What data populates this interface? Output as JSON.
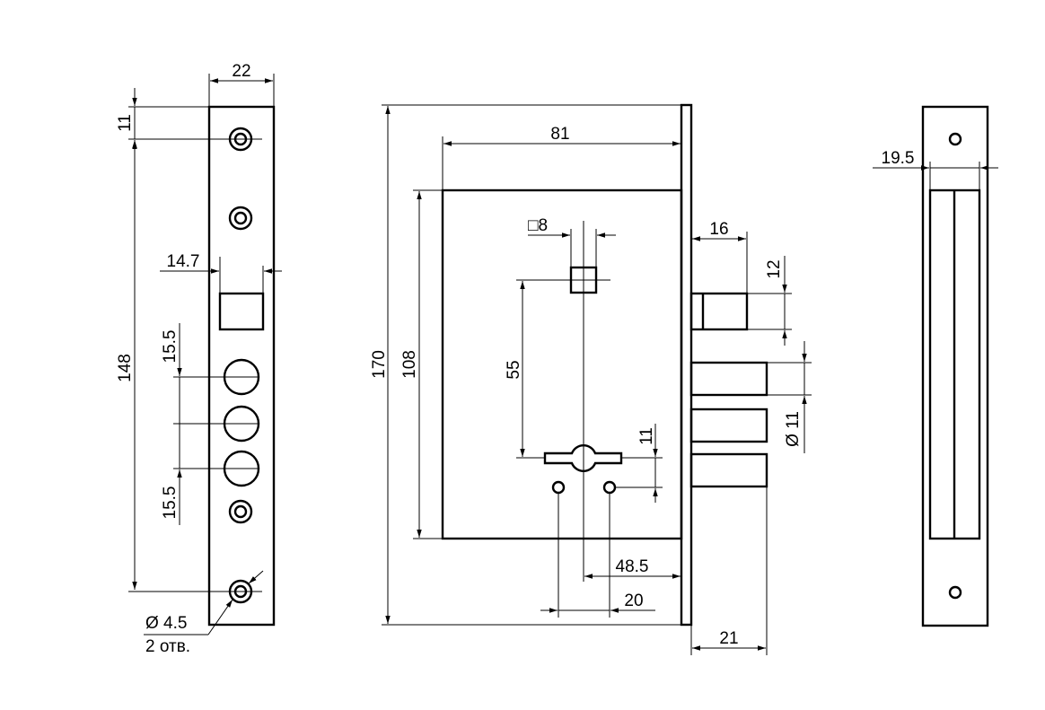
{
  "strike_plate": {
    "dim_width": "22",
    "dim_top_hole": "11",
    "dim_hole_span": "148",
    "dim_latch_offset": "14.7",
    "dim_pitch_upper": "15.5",
    "dim_pitch_lower": "15.5",
    "dim_hole_diameter": "Ø 4.5",
    "dim_hole_count": "2 отв."
  },
  "lock_body": {
    "dim_height": "170",
    "dim_case_width": "81",
    "dim_case_height": "108",
    "dim_spindle_square": "□8",
    "dim_spindle_to_key": "55",
    "dim_key_slot": "11",
    "dim_backset": "48.5",
    "dim_screw_spacing": "20",
    "dim_latch_projection": "16",
    "dim_latch_height": "12",
    "dim_bolt_diameter": "Ø 11",
    "dim_bolt_throw": "21"
  },
  "faceplate": {
    "dim_thickness": "19.5"
  }
}
